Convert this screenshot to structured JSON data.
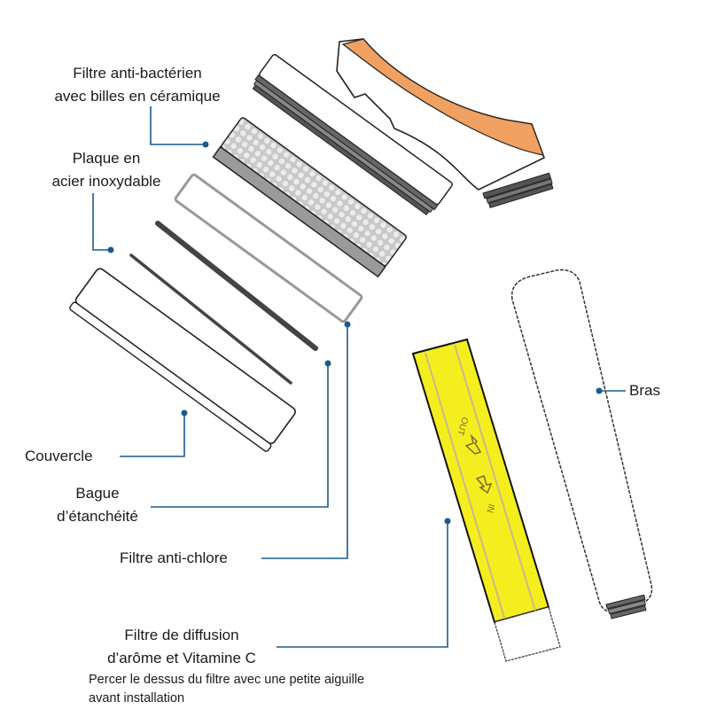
{
  "labels": {
    "antibacterial": [
      "Filtre anti-bactérien",
      "avec billes en céramique"
    ],
    "stainless": [
      "Plaque en",
      "acier inoxydable"
    ],
    "cover": "Couvercle",
    "seal": [
      "Bague",
      "d’étanchéité"
    ],
    "antichlorine": "Filtre anti-chlore",
    "vitc": [
      "Filtre de diffusion",
      "d’arôme et Vitamine C"
    ],
    "note": [
      "Percer le dessus du filtre avec une petite aiguille",
      "avant installation"
    ],
    "arm": "Bras"
  },
  "cartridge_marks": {
    "out": "OUT",
    "in": "IN"
  },
  "colors": {
    "leader": "#1d5a8c",
    "accent_orange": "#f0a060",
    "cartridge_yellow": "#f5ee1e"
  }
}
